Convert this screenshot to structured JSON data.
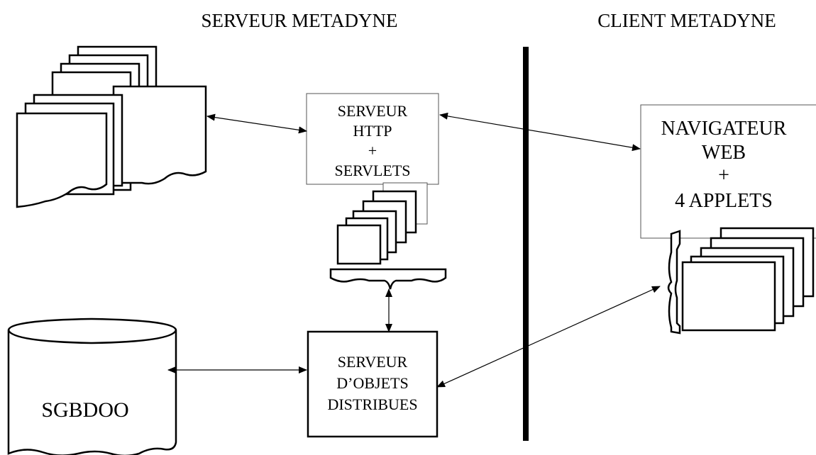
{
  "headers": {
    "server": "SERVEUR METADYNE",
    "client": "CLIENT METADYNE"
  },
  "http_server": {
    "line1": "SERVEUR",
    "line2": "HTTP",
    "line3": "+",
    "line4": "SERVLETS"
  },
  "browser": {
    "line1": "NAVIGATEUR",
    "line2": "WEB",
    "line3": "+",
    "line4": "4 APPLETS"
  },
  "object_server": {
    "line1": "SERVEUR",
    "line2": "D’OBJETS",
    "line3": "DISTRIBUES"
  },
  "database": {
    "label": "SGBDOO"
  }
}
